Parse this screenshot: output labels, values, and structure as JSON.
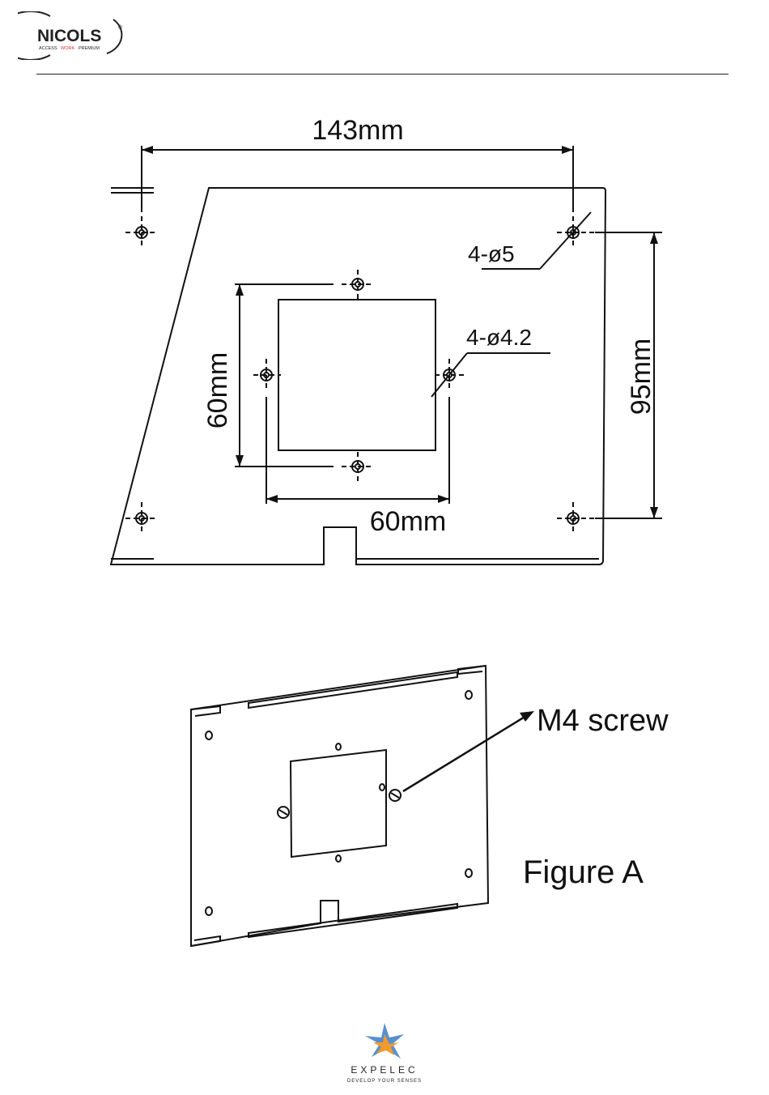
{
  "header": {
    "brand": "NICOLS",
    "registered": "®",
    "tagline_access": "ACCESS",
    "tagline_work": "WORK",
    "tagline_premium": "PREMIUM"
  },
  "drawing": {
    "width_label": "143mm",
    "height_label": "95mm",
    "inner_height_label": "60mm",
    "inner_width_label": "60mm",
    "outer_holes_label": "4-ø5",
    "inner_holes_label": "4-ø4.2"
  },
  "figure_a": {
    "screw_label": "M4 screw",
    "caption": "Figure A"
  },
  "footer": {
    "brand": "EXPELEC",
    "tagline": "DEVELOP YOUR SENSES"
  },
  "colors": {
    "line": "#111111",
    "nicols_accent": "#d9342b",
    "expelec_blue": "#3b7dc4",
    "expelec_orange": "#f29a2e"
  }
}
